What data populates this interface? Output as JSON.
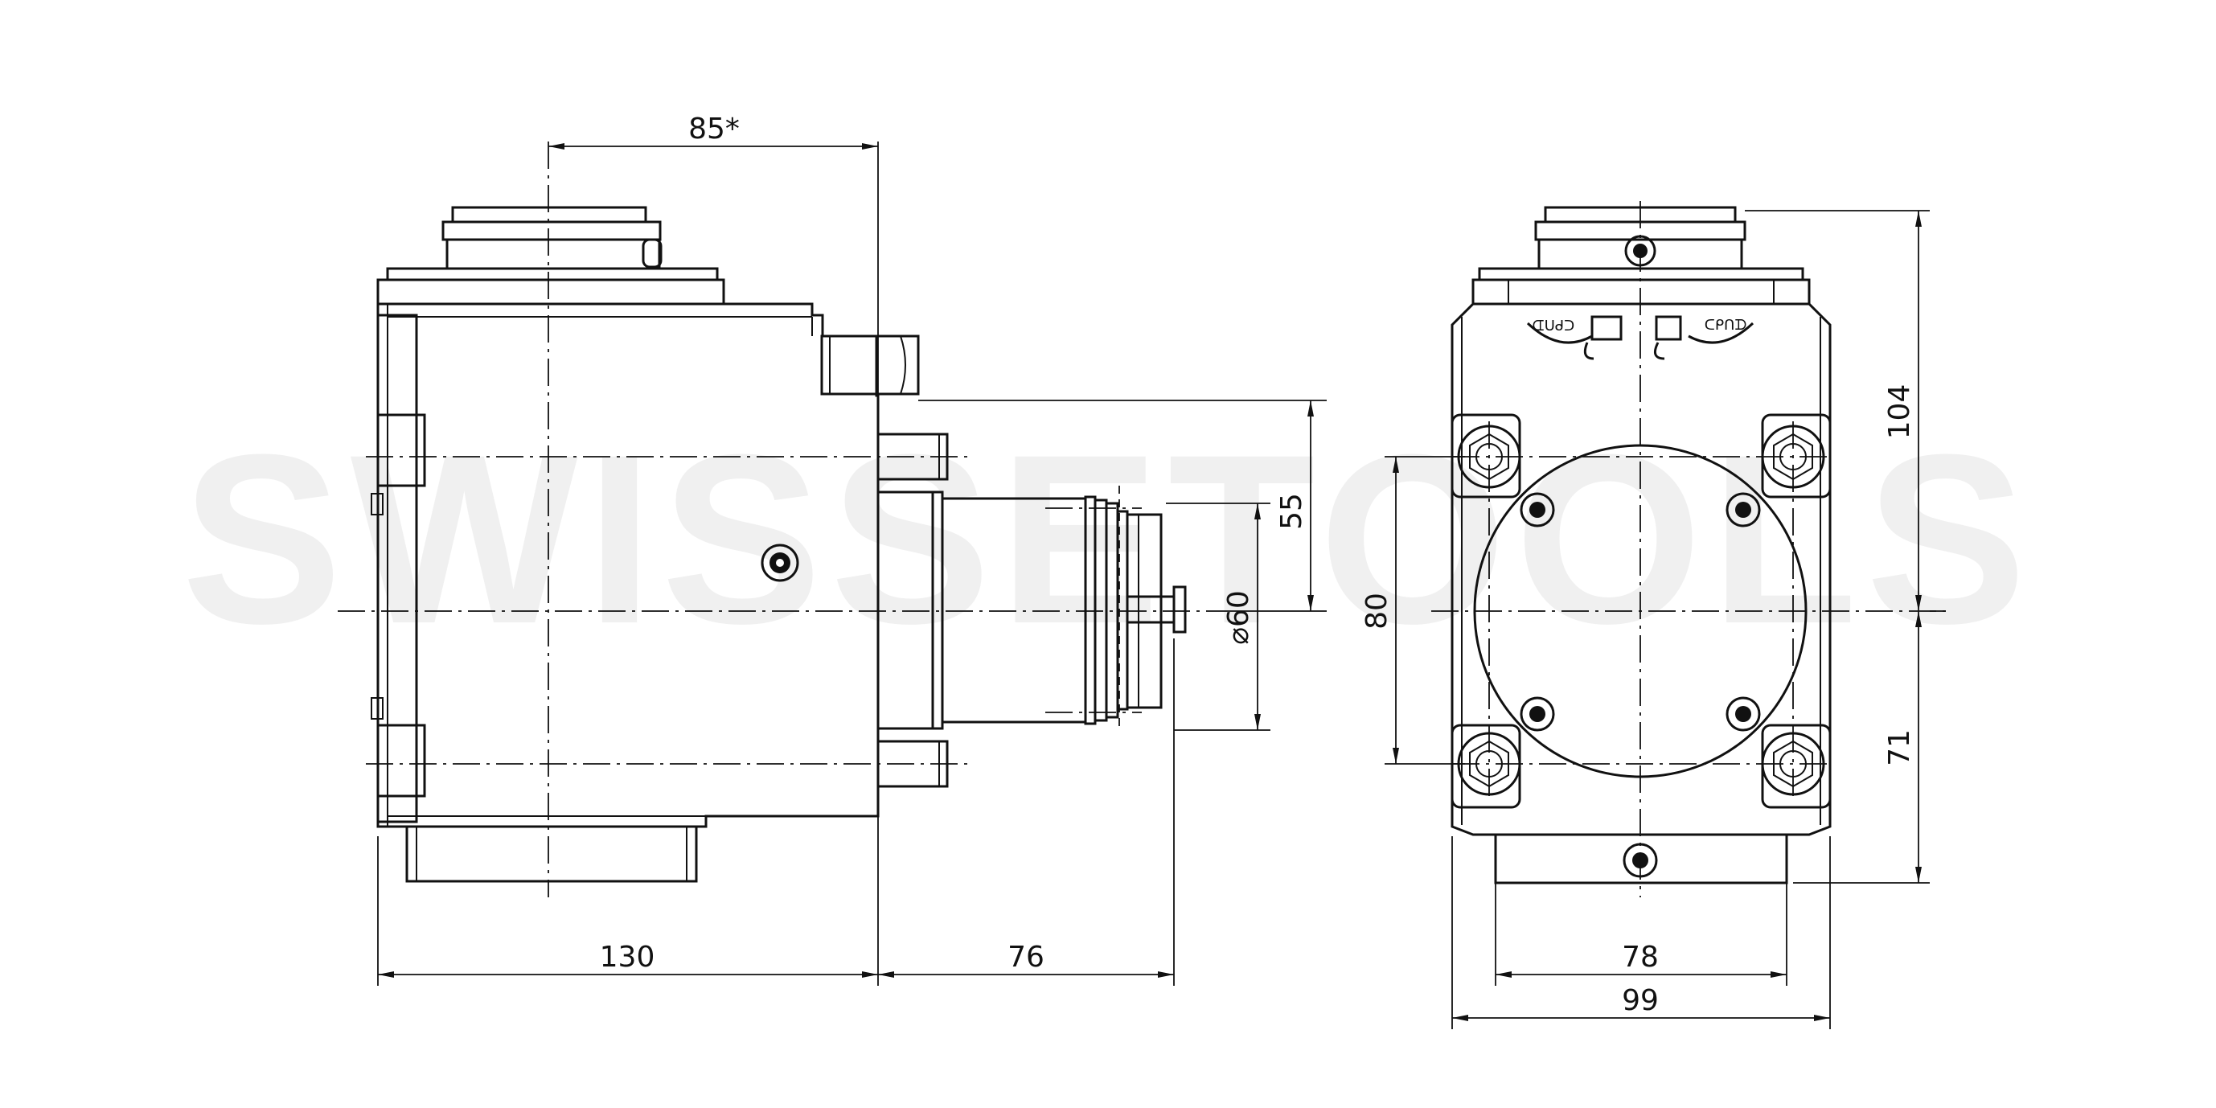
{
  "drawing": {
    "watermark": "SWISSETOOLS",
    "side_view": {
      "dim_top": "85*",
      "dim_bottom_body": "130",
      "dim_bottom_motor": "76",
      "dim_height": "55",
      "dim_diameter": "⌀60"
    },
    "front_view": {
      "dim_bolt_spacing": "80",
      "dim_upper_height": "104",
      "dim_lower_height": "71",
      "dim_inner_width": "78",
      "dim_outer_width": "99",
      "rotation_label_left": "ᑕᑭᑎᗪ",
      "rotation_label_right": "ᑕᑭᑎᗪ"
    }
  }
}
